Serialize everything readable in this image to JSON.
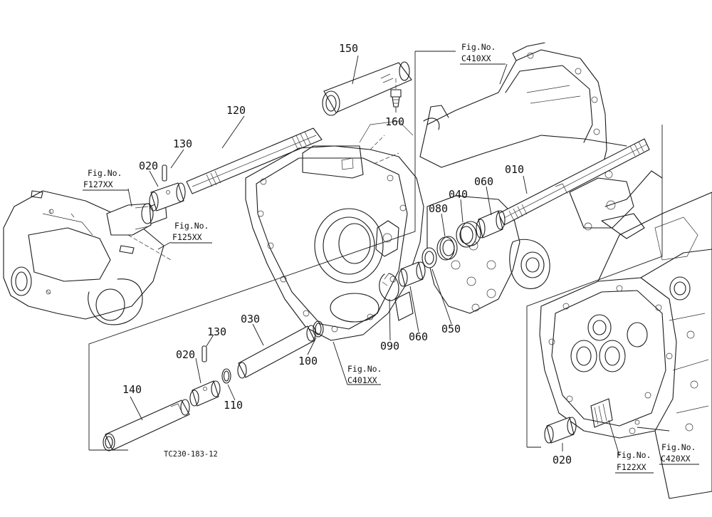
{
  "parts": {
    "p010": "010",
    "p020a": "020",
    "p020b": "020",
    "p020c": "020",
    "p030": "030",
    "p040": "040",
    "p050": "050",
    "p060a": "060",
    "p060b": "060",
    "p080": "080",
    "p090": "090",
    "p100": "100",
    "p110": "110",
    "p120": "120",
    "p130a": "130",
    "p130b": "130",
    "p140": "140",
    "p150": "150",
    "p160": "160"
  },
  "figrefs": {
    "fig_label": "Fig.No.",
    "c410": "C410XX",
    "f127": "F127XX",
    "f125": "F125XX",
    "c401": "C401XX",
    "f122": "F122XX",
    "c420": "C420XX"
  },
  "drawing_code": "TC230-183-12"
}
